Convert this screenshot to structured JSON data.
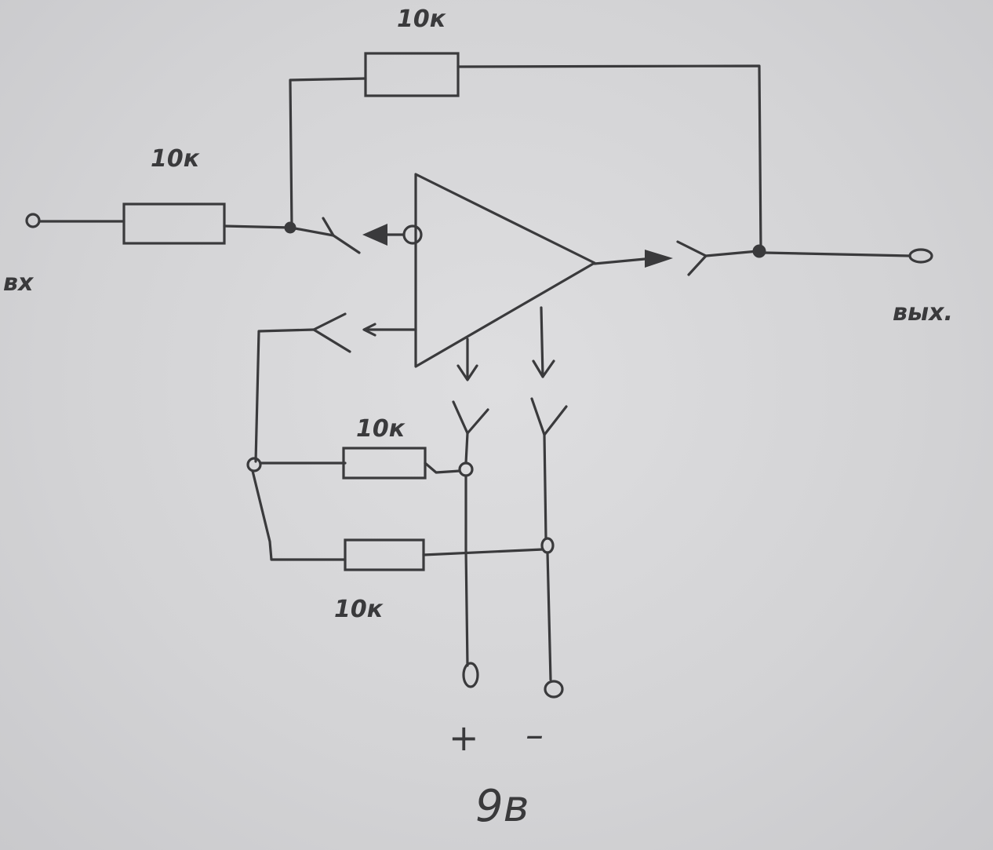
{
  "labels": {
    "r_feedback": "10к",
    "r_input": "10к",
    "r_bias_top": "10к",
    "r_bias_bottom": "10к",
    "input": "вх",
    "output": "вых.",
    "supply_plus": "+",
    "supply_minus": "–",
    "supply_voltage": "9в"
  }
}
